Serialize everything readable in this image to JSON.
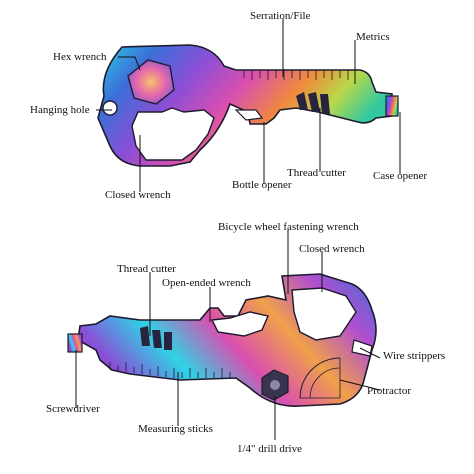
{
  "diagram": {
    "top_tool": {
      "labels": {
        "hex_wrench": "Hex wrench",
        "serration_file": "Serration/File",
        "metrics": "Metrics",
        "hanging_hole": "Hanging hole",
        "thread_cutter": "Thread cutter",
        "case_opener": "Case opener",
        "closed_wrench": "Closed wrench",
        "bottle_opener": "Bottle opener"
      }
    },
    "bottom_tool": {
      "labels": {
        "bicycle_wrench": "Bicycle wheel fastening wrench",
        "closed_wrench": "Closed wrench",
        "thread_cutter": "Thread cutter",
        "open_ended_wrench": "Open-ended wrench",
        "wire_strippers": "Wire strippers",
        "protractor": "Protractor",
        "screwdriver": "Screwdriver",
        "measuring_sticks": "Measuring sticks",
        "drill_drive": "1/4\" drill drive"
      }
    },
    "colors": {
      "gradient": [
        "#2fd3e6",
        "#3a6fd8",
        "#8a4fd6",
        "#d94fb0",
        "#f08a3c",
        "#b8d84a",
        "#33c9a0"
      ],
      "hex_center": "#f2a03a",
      "outline": "#1e1a2e"
    }
  }
}
